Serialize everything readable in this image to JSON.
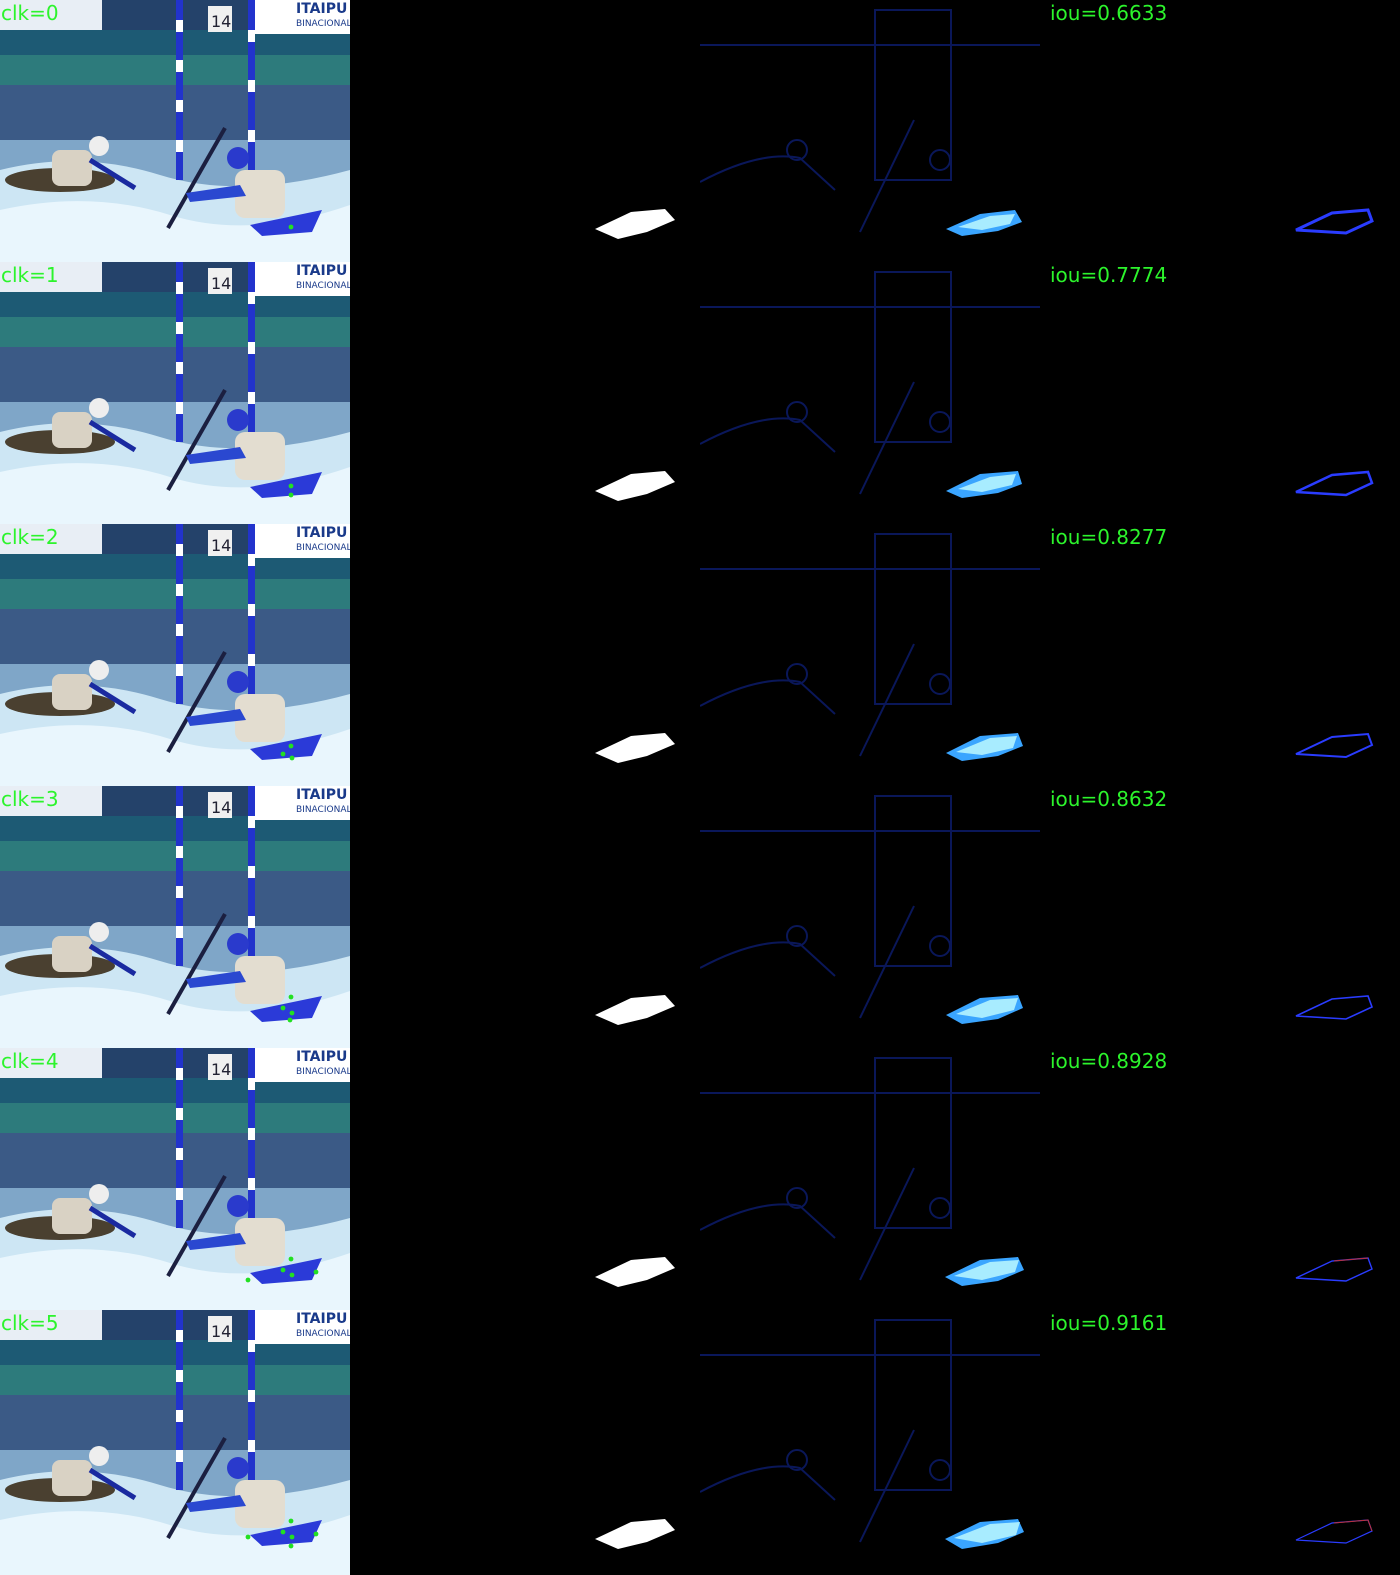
{
  "rows": [
    {
      "clk": "clk=0",
      "iou": "iou=0.6633",
      "clicks": 1
    },
    {
      "clk": "clk=1",
      "iou": "iou=0.7774",
      "clicks": 2
    },
    {
      "clk": "clk=2",
      "iou": "iou=0.8277",
      "clicks": 3
    },
    {
      "clk": "clk=3",
      "iou": "iou=0.8632",
      "clicks": 4
    },
    {
      "clk": "clk=4",
      "iou": "iou=0.8928",
      "clicks": 5
    },
    {
      "clk": "clk=5",
      "iou": "iou=0.9161",
      "clicks": 6
    }
  ],
  "banner": {
    "brand_top": "ITAIPU",
    "brand_sub": "BINACIONAL",
    "gate_number": "14"
  },
  "colors": {
    "label_green": "#2cf42c",
    "mask_white": "#ffffff",
    "prob_blue": "#1d47ff",
    "prob_bright": "#5fd2ff",
    "error_blue": "#2a3cff",
    "error_red": "#c03030",
    "click_dot": "#22e022"
  }
}
